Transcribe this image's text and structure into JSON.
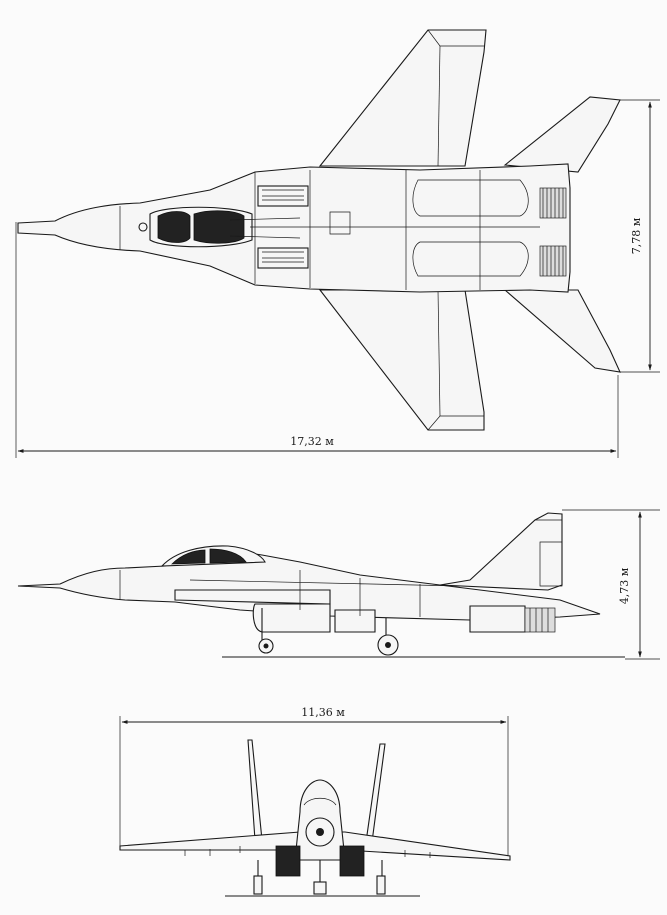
{
  "dimensions": {
    "length": "17,32 м",
    "span_top": "7,78 м",
    "height": "4,73 м",
    "span_front": "11,36 м"
  }
}
